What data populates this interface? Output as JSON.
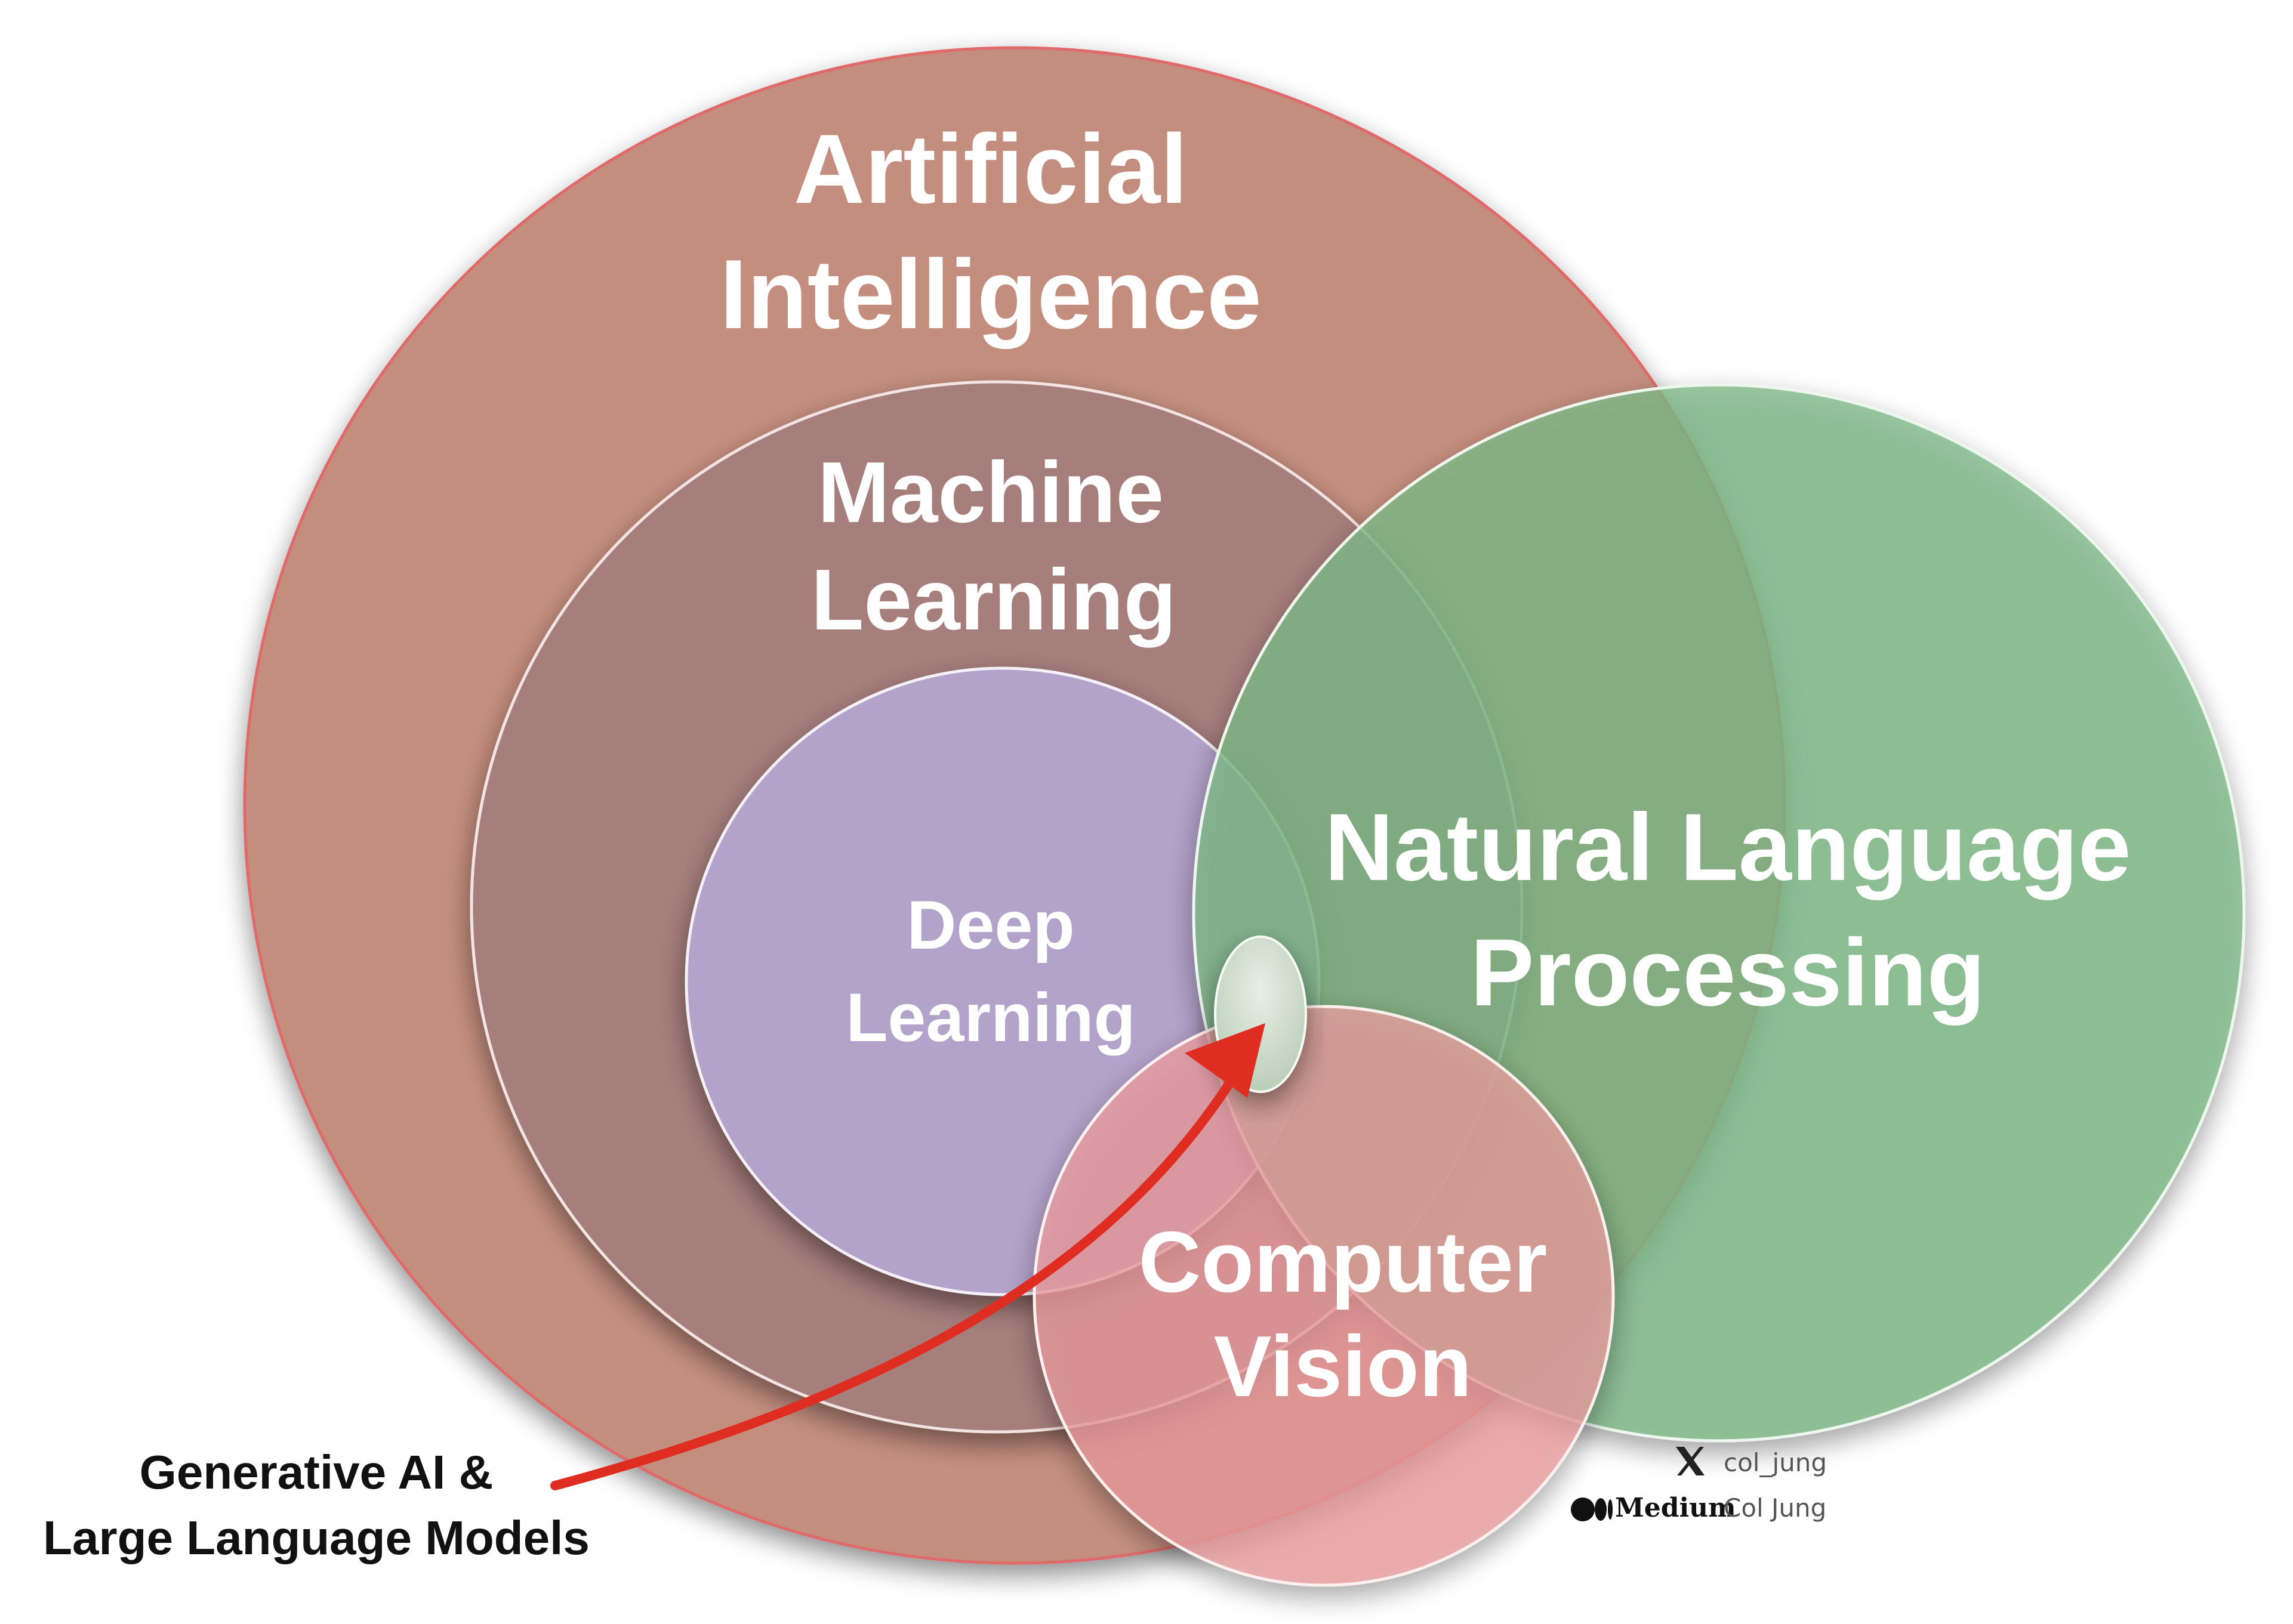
{
  "diagram": {
    "ai": {
      "line1": "Artificial",
      "line2": "Intelligence"
    },
    "ml": {
      "line1": "Machine",
      "line2": "Learning"
    },
    "dl": {
      "line1": "Deep",
      "line2": "Learning"
    },
    "nlp": {
      "line1": "Natural Language",
      "line2": "Processing"
    },
    "cv": {
      "line1": "Computer",
      "line2": "Vision"
    },
    "genai": {
      "line1": "Generative AI &",
      "line2": "Large Language Models"
    }
  },
  "credits": {
    "x_handle": "col_jung",
    "medium_brand": "Medium",
    "medium_name": "Col Jung"
  },
  "colors": {
    "ai": "#c48e7f",
    "ml": "#a57d7b",
    "dl": "#b3a2c9",
    "nlp": "#8fc494",
    "cv": "#e88f93",
    "arrow": "#e02d22"
  },
  "icons": {
    "x_logo": "x-logo-icon",
    "medium_logo": "medium-logo-icon"
  }
}
